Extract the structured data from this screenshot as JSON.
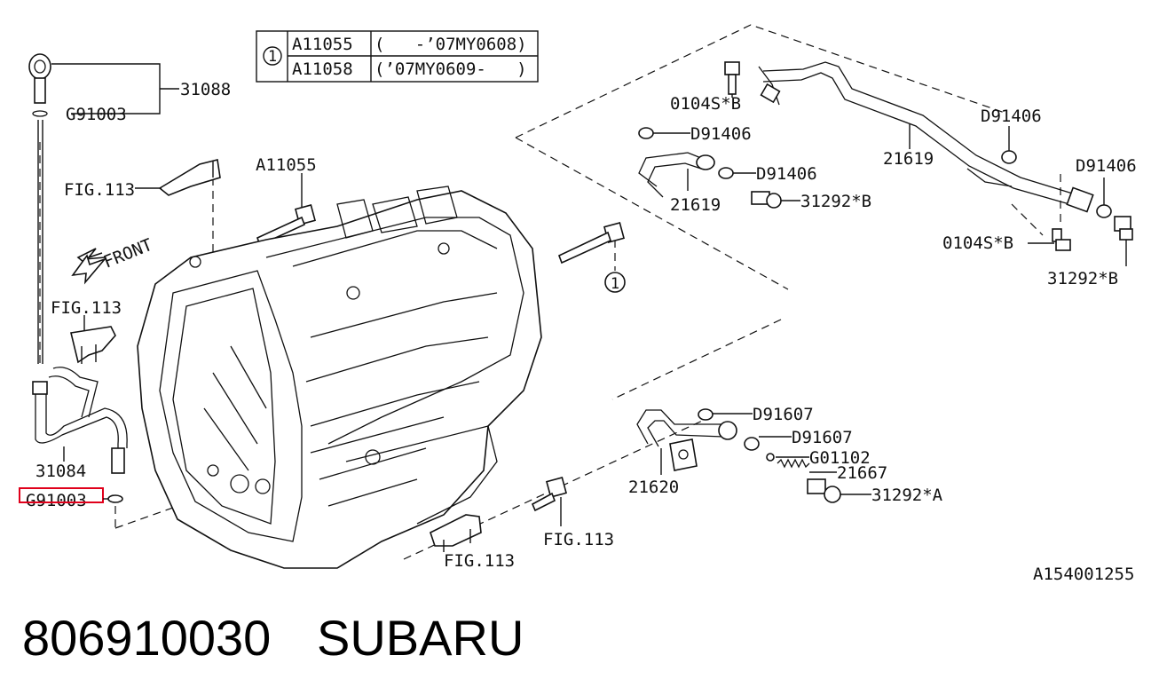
{
  "table": {
    "marker": "1",
    "rows": [
      {
        "part": "A11055",
        "range": "(   -’07MY0608)"
      },
      {
        "part": "A11058",
        "range": "(’07MY0609-   )"
      }
    ]
  },
  "labels": {
    "l31088": "31088",
    "lg91003_top": "G91003",
    "lfig113_a": "FIG.113",
    "la11055": "A11055",
    "lfront": "FRONT",
    "lfig113_b": "FIG.113",
    "l31084": "31084",
    "lg91003_bottom": "G91003",
    "lcircle1": "1",
    "l0104sb_top": "0104S*B",
    "ld91406_a": "D91406",
    "ld91406_b": "D91406",
    "l21619_a": "21619",
    "l31292b_a": "31292*B",
    "l21619_b": "21619",
    "ld91406_c": "D91406",
    "ld91406_d": "D91406",
    "l0104sb_bottom": "0104S*B",
    "l31292b_b": "31292*B",
    "ld91607_a": "D91607",
    "ld91607_b": "D91607",
    "lg01102": "G01102",
    "l21667": "21667",
    "l31292a": "31292*A",
    "l21620": "21620",
    "lfig113_c": "FIG.113",
    "lfig113_d": "FIG.113",
    "ldiagram_code": "A154001255"
  },
  "footer": {
    "part_number": "806910030",
    "brand": "SUBARU"
  },
  "colors": {
    "line": "#111111",
    "highlight": "#e0001b",
    "background": "#ffffff"
  }
}
